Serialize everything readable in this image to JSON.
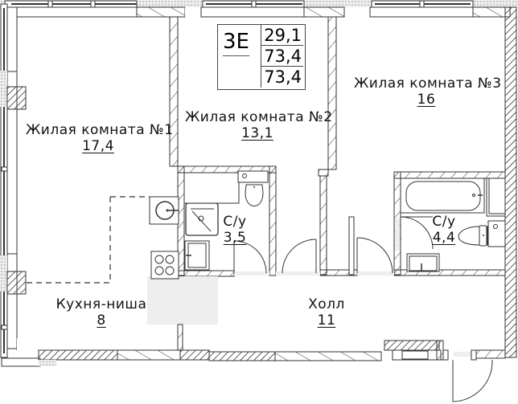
{
  "plan": {
    "apartment_code": "3E",
    "areas": {
      "living": "29,1",
      "total": "73,4",
      "total_with_balcony": "73,4"
    },
    "rooms": [
      {
        "id": "living-room-1",
        "name": "Жилая комната №1",
        "area": "17,4"
      },
      {
        "id": "living-room-2",
        "name": "Жилая комната №2",
        "area": "13,1"
      },
      {
        "id": "living-room-3",
        "name": "Жилая комната №3",
        "area": "16"
      },
      {
        "id": "bathroom-1",
        "name": "С/у",
        "area": "3,5"
      },
      {
        "id": "bathroom-2",
        "name": "С/у",
        "area": "4,4"
      },
      {
        "id": "kitchen-niche",
        "name": "Кухня-ниша",
        "area": "8"
      },
      {
        "id": "hall",
        "name": "Холл",
        "area": "11"
      }
    ],
    "colors": {
      "line": "#222222",
      "hatch": "#333333",
      "fill_gray": "#eeeeee"
    }
  }
}
